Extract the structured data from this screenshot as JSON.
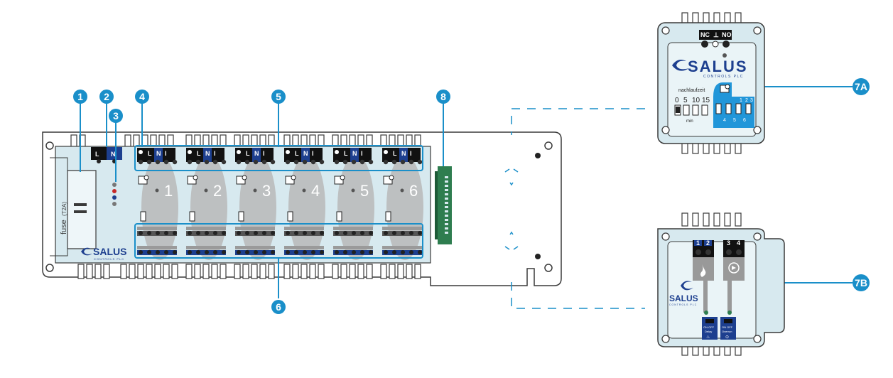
{
  "colors": {
    "board": "#d7e9ef",
    "outline": "#3a3a3a",
    "callout": "#1a8fc9",
    "zone_fill": "#b8b8b8",
    "green_pcb": "#2e7d4f",
    "dark_blue": "#1d3f8f"
  },
  "callouts": [
    "1",
    "2",
    "3",
    "4",
    "5",
    "6",
    "7A",
    "7B",
    "8"
  ],
  "main_board": {
    "fuse_label": "fuse",
    "fuse_rating": "(T2A)",
    "power_terminals": [
      "L",
      "N"
    ],
    "zone_terminal_letters": [
      "L",
      "N",
      "I"
    ],
    "zones": [
      "1",
      "2",
      "3",
      "4",
      "5",
      "6"
    ],
    "logo_text": "SALUS",
    "logo_sub": "CONTROLS PLC"
  },
  "module_7a": {
    "relay_labels": [
      "NC",
      "⊥",
      "NO"
    ],
    "logo_text": "SALUS",
    "logo_sub": "CONTROLS PLC",
    "heading": "nachlaufzeit",
    "times": [
      "0",
      "5",
      "10",
      "15"
    ],
    "unit": "min",
    "channel_top": [
      "1",
      "2",
      "3"
    ],
    "channel_bottom": [
      "4",
      "5",
      "6"
    ]
  },
  "module_7b": {
    "terminal_nums_left": [
      "1",
      "2"
    ],
    "terminal_nums_right": [
      "3",
      "4"
    ],
    "logo_text": "SALUS",
    "logo_sub": "CONTROLS PLC",
    "switch_left": {
      "line1": "ON  OFF",
      "line2": "Delay"
    },
    "switch_right": {
      "line1": "ON  OFF",
      "line2": "Overrun"
    }
  }
}
